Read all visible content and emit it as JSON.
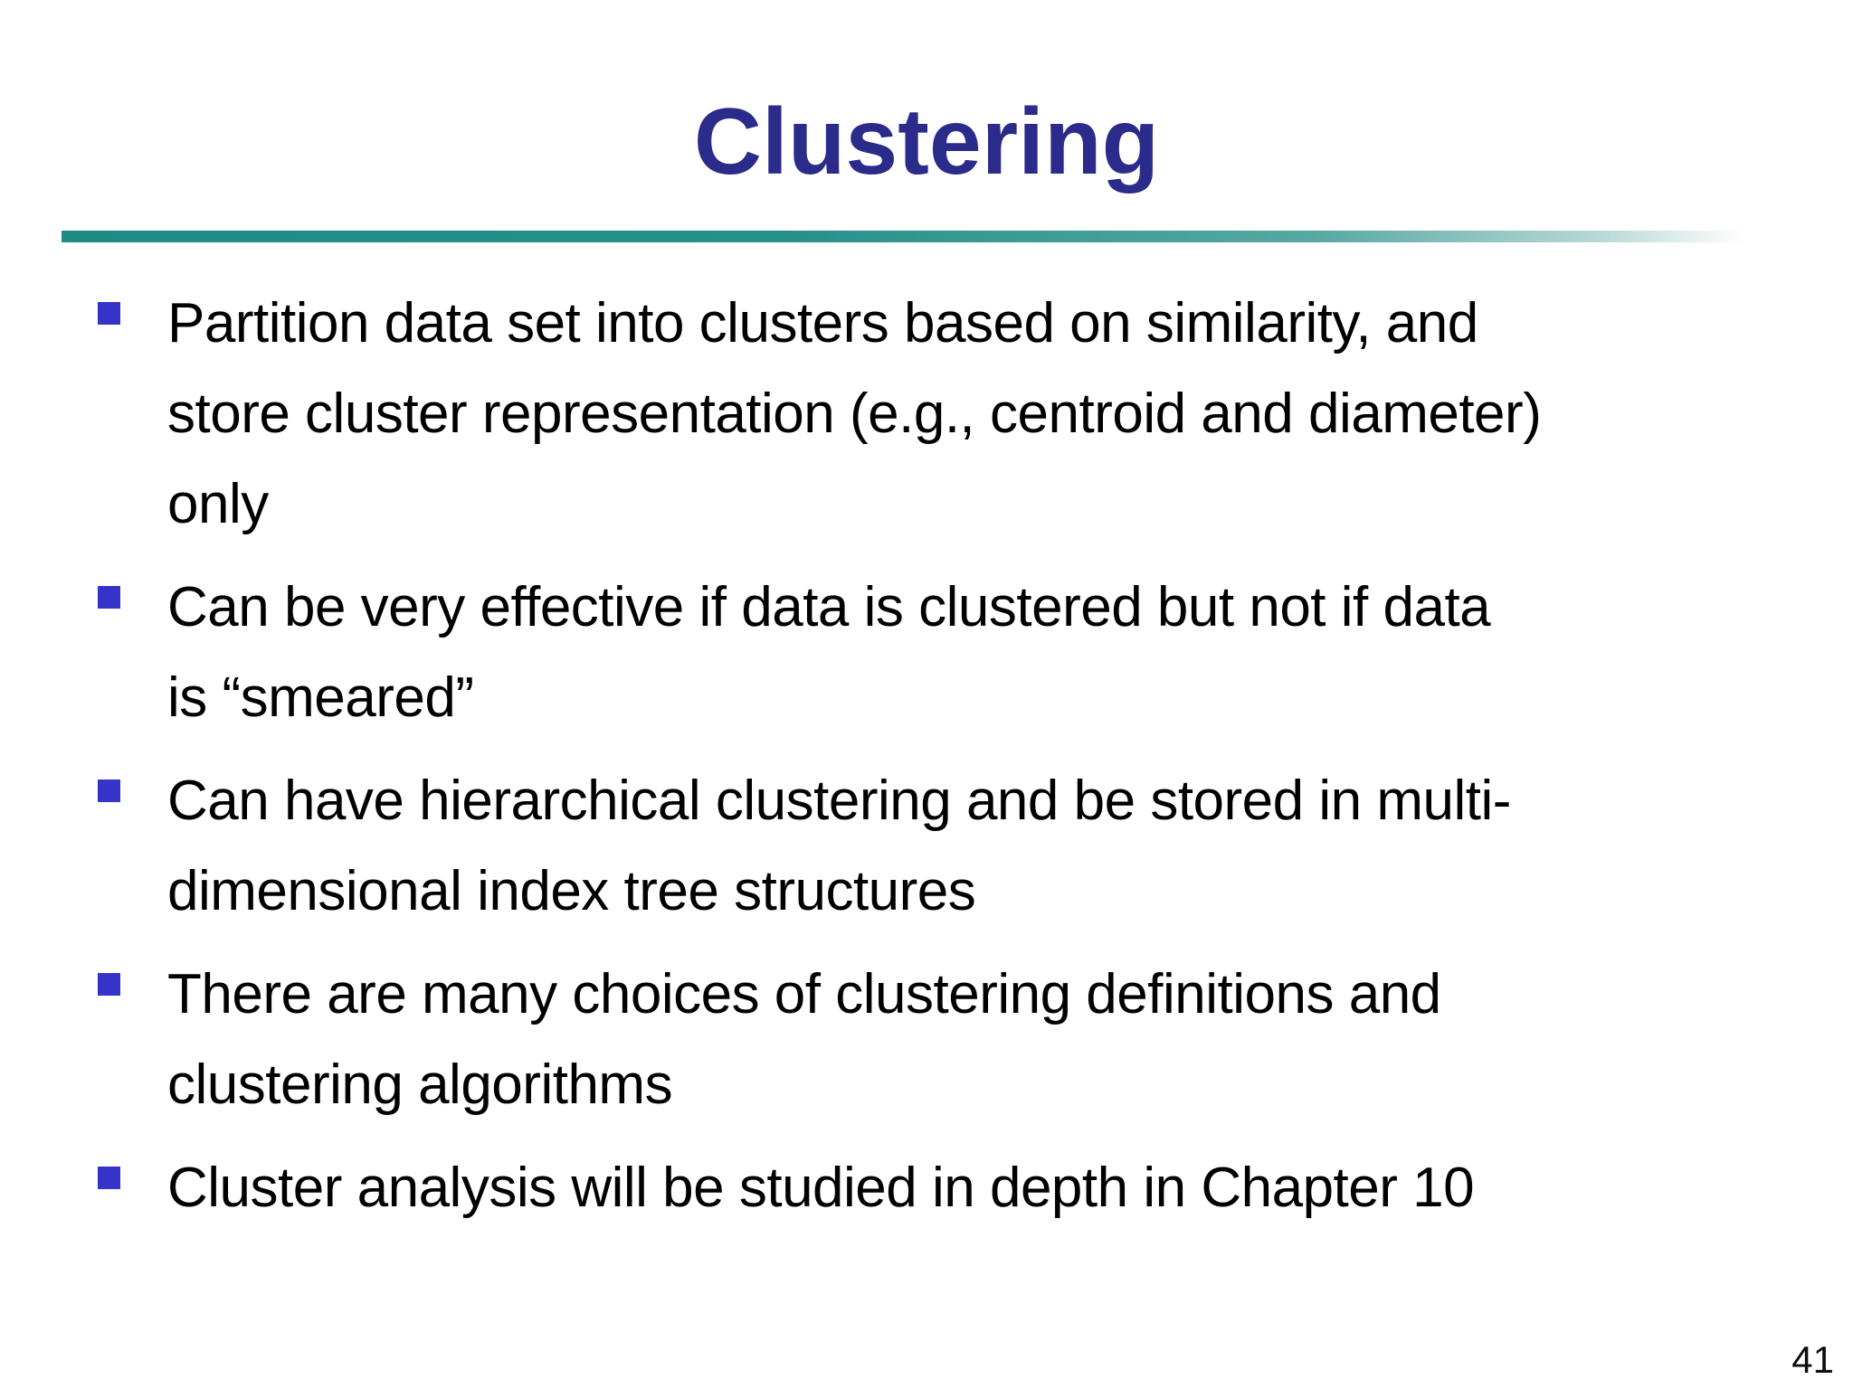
{
  "slide": {
    "title": "Clustering",
    "page_number": "41",
    "colors": {
      "background": "#FFFFFF",
      "title_text": "#2B2B8C",
      "divider_teal": "#1F8B85",
      "bullet_square": "#3434CB",
      "body_text": "#000000"
    },
    "bullets": [
      {
        "lines": [
          "Partition data set into clusters based on similarity, and",
          "store cluster representation (e.g., centroid and diameter)",
          "only"
        ]
      },
      {
        "lines": [
          "Can be very effective if data is clustered but not if data",
          "is “smeared”"
        ]
      },
      {
        "lines": [
          "Can have hierarchical clustering and be stored in multi-",
          "dimensional index tree structures"
        ]
      },
      {
        "lines": [
          "There are many choices of clustering definitions and",
          "clustering algorithms"
        ]
      },
      {
        "lines": [
          "Cluster analysis will be studied in depth in Chapter 10"
        ]
      }
    ]
  }
}
